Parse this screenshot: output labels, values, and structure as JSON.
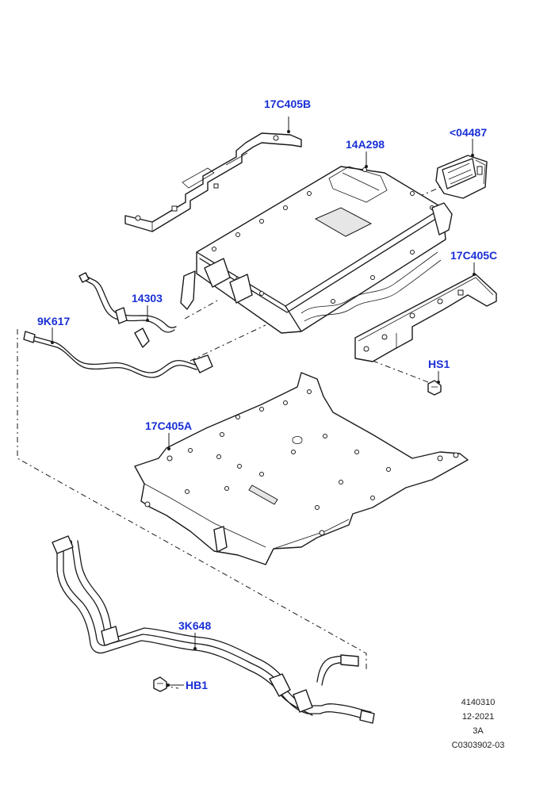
{
  "callouts": {
    "c17c405b": "17C405B",
    "c14a298": "14A298",
    "c04487": "<04487",
    "c17c405c": "17C405C",
    "c14303": "14303",
    "c9k617": "9K617",
    "chs1": "HS1",
    "c17c405a": "17C405A",
    "c3k648": "3K648",
    "chb1": "HB1"
  },
  "footer": {
    "line1": "4140310",
    "line2": "12-2021",
    "line3": "3A",
    "line4": "C0303902-03"
  },
  "colors": {
    "callout": "#1a2fd6",
    "line": "#1a1a1a"
  }
}
